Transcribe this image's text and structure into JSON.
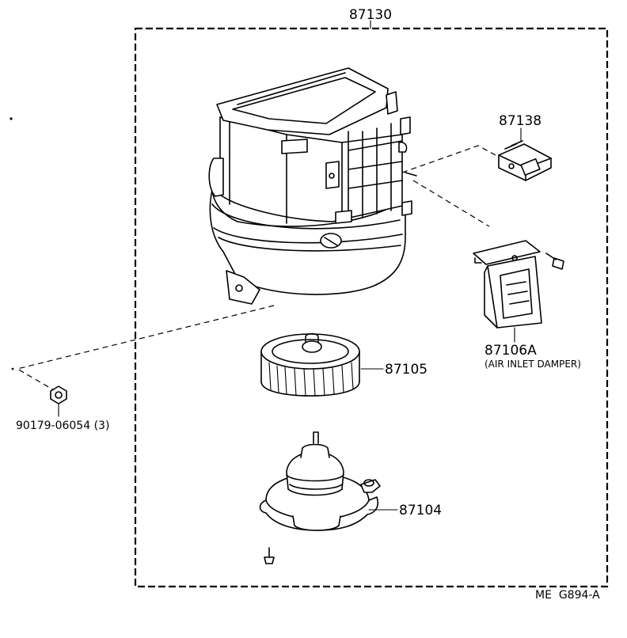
{
  "labels": {
    "assembly": "87130",
    "resistor": "87138",
    "damper_servo": "87106A",
    "damper_servo_note": "(AIR INLET DAMPER)",
    "fan": "87105",
    "motor": "87104",
    "nut": "90179-06054 (3)",
    "diagram_ref": "ME  G894-A"
  },
  "colors": {
    "line": "#000000",
    "background": "#ffffff"
  }
}
